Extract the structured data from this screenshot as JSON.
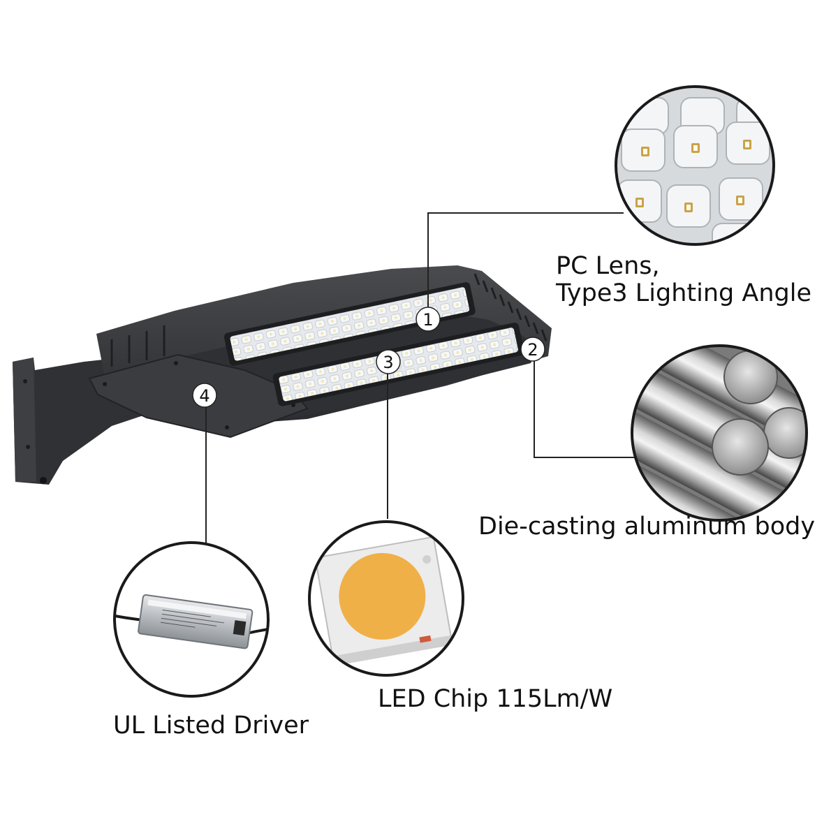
{
  "callouts": {
    "lens": {
      "number": "1",
      "line1": "PC Lens,",
      "line2": "Type3 Lighting Angle"
    },
    "body": {
      "number": "2",
      "label": "Die-casting aluminum body"
    },
    "chip": {
      "number": "3",
      "label": "LED Chip 115Lm/W"
    },
    "driver": {
      "number": "4",
      "label": "UL Listed Driver"
    }
  },
  "icons": [
    "led-lens-closeup-icon",
    "aluminum-rods-closeup-icon",
    "smd-led-chip-icon",
    "led-driver-icon",
    "shoebox-street-light-icon"
  ],
  "colors": {
    "housing": "#3a3b3d",
    "housing_dark": "#26272a",
    "lens": "#e4e7ea",
    "chip_yellow": "#f0b048",
    "leader_line": "#222222"
  }
}
